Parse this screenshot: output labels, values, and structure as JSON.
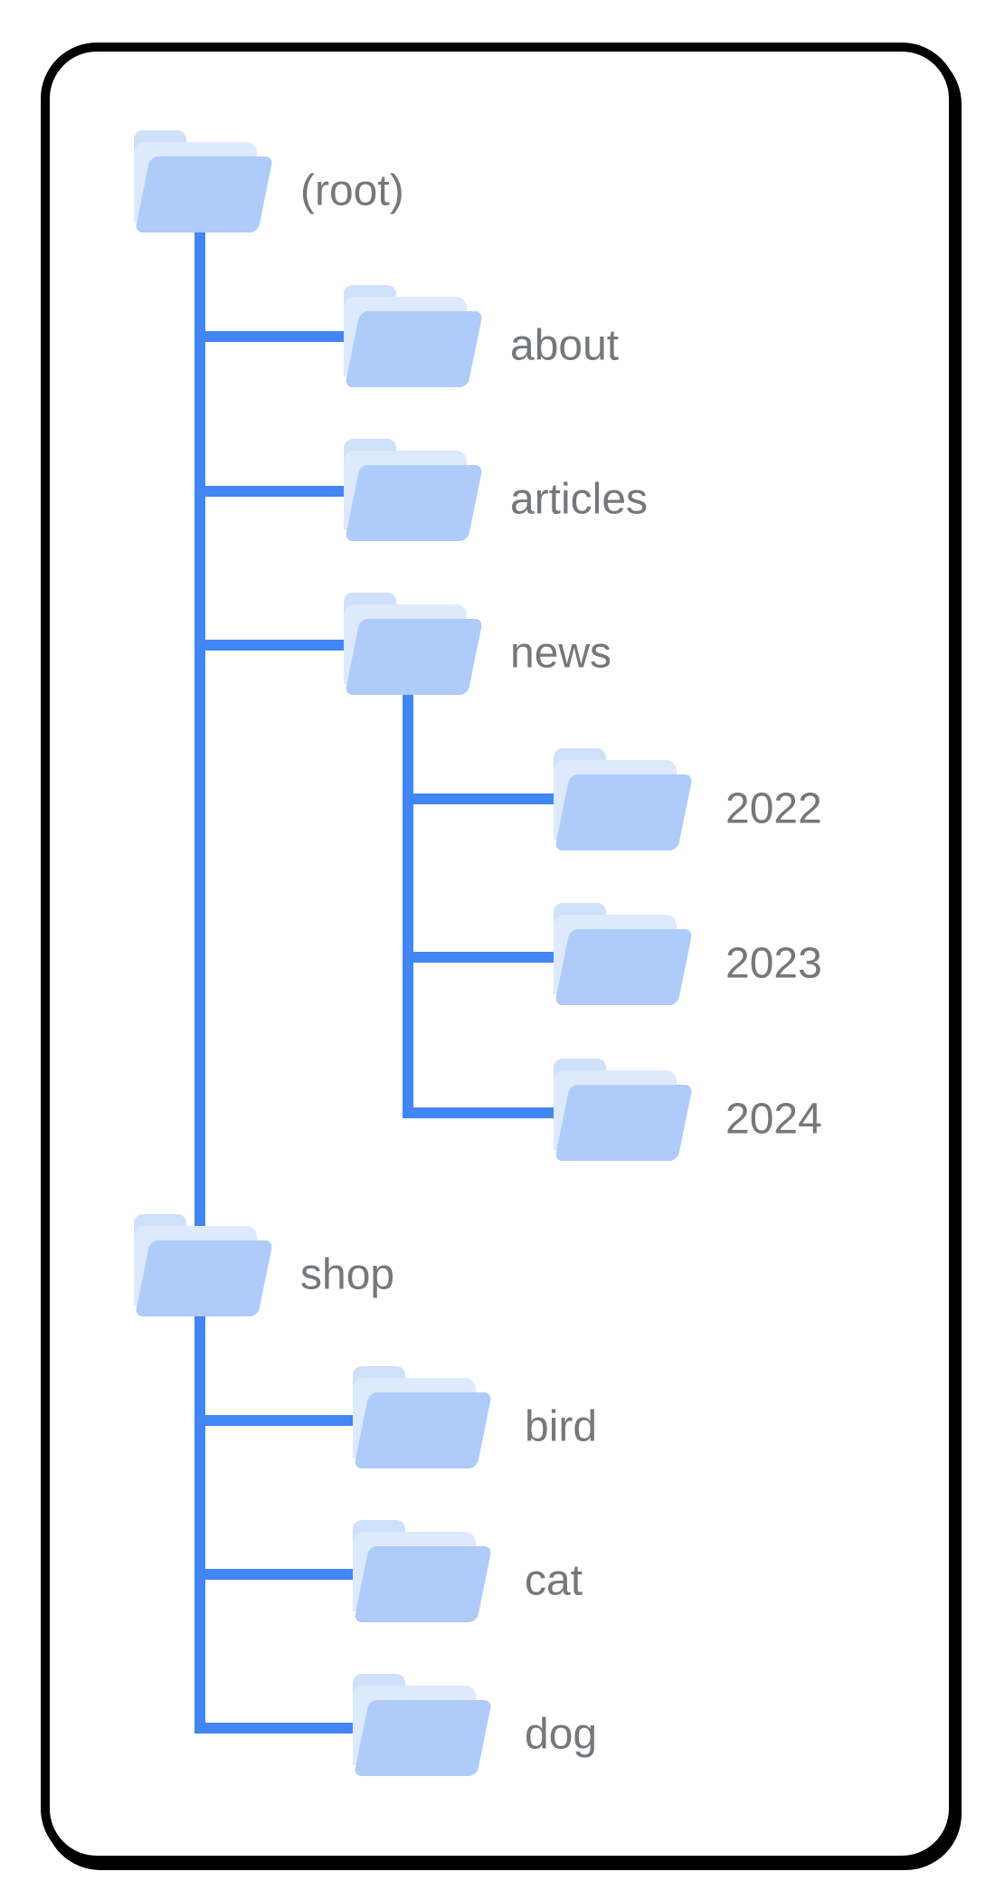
{
  "diagram": {
    "title": "site folder tree",
    "type": "folder-hierarchy"
  },
  "palette": {
    "line": "#4285f4",
    "folder_tab": "#cfe0fb",
    "folder_back": "#dde9fd",
    "folder_front": "#aecbfa",
    "label_text": "#75787b",
    "card_border": "#000000",
    "background": "#ffffff"
  },
  "tree": {
    "nodes": [
      {
        "id": "root",
        "label": "(root)",
        "parent": null,
        "depth": 0
      },
      {
        "id": "about",
        "label": "about",
        "parent": "root",
        "depth": 1
      },
      {
        "id": "articles",
        "label": "articles",
        "parent": "root",
        "depth": 1
      },
      {
        "id": "news",
        "label": "news",
        "parent": "root",
        "depth": 1
      },
      {
        "id": "y2022",
        "label": "2022",
        "parent": "news",
        "depth": 2
      },
      {
        "id": "y2023",
        "label": "2023",
        "parent": "news",
        "depth": 2
      },
      {
        "id": "y2024",
        "label": "2024",
        "parent": "news",
        "depth": 2
      },
      {
        "id": "shop",
        "label": "shop",
        "parent": "root",
        "depth": 1
      },
      {
        "id": "bird",
        "label": "bird",
        "parent": "shop",
        "depth": 2
      },
      {
        "id": "cat",
        "label": "cat",
        "parent": "shop",
        "depth": 2
      },
      {
        "id": "dog",
        "label": "dog",
        "parent": "shop",
        "depth": 2
      }
    ]
  }
}
